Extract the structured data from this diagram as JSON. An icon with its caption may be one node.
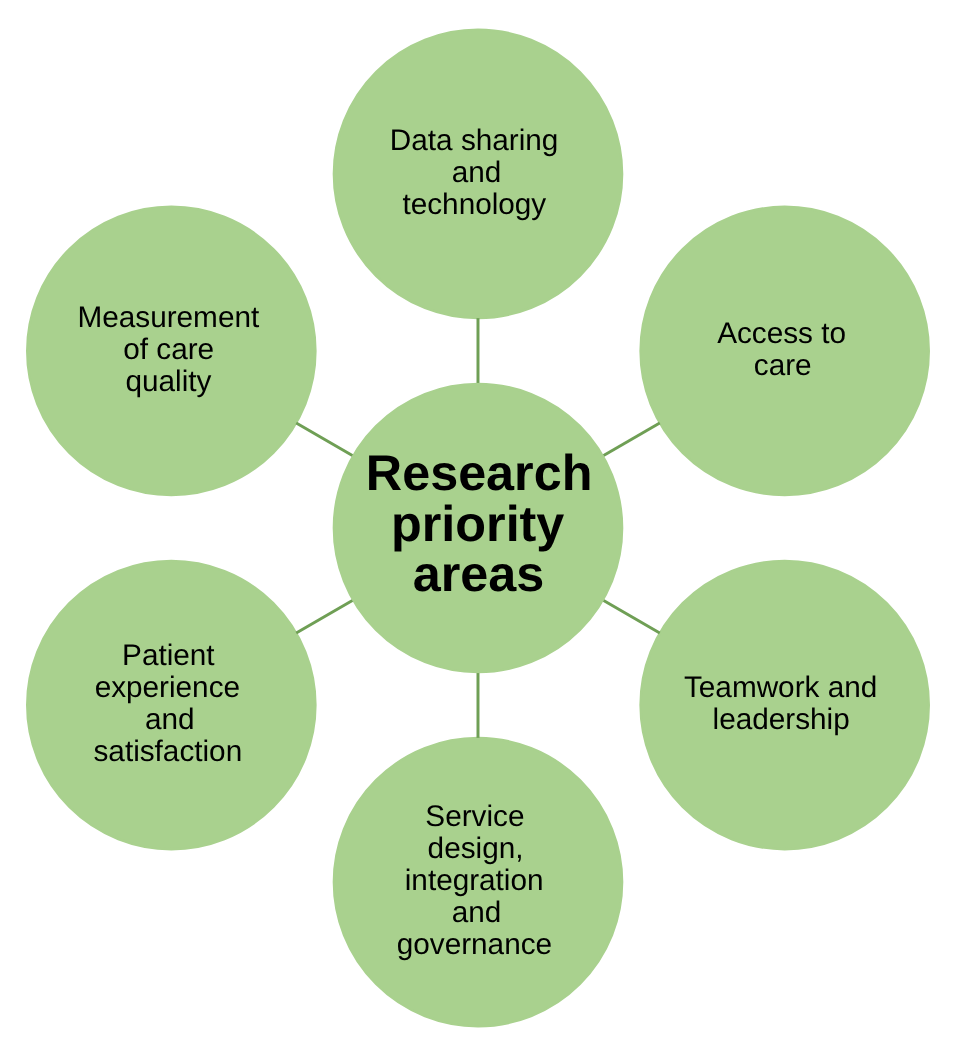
{
  "diagram": {
    "nodes": [
      {
        "text": [
          "Research priority areas"
        ]
      },
      {
        "text": [
          "Access to care"
        ]
      },
      {
        "text": [
          "Data sharing and technology"
        ]
      },
      {
        "text": [
          "Measurement of care quality"
        ]
      },
      {
        "text": [
          "Patient experience and satisfaction"
        ]
      },
      {
        "text": [
          "Service design, integration and governance"
        ]
      },
      {
        "text": [
          "Teamwork and leadership"
        ]
      }
    ],
    "edges": [
      {
        "from": 0,
        "to": 1,
        "arrow": "none"
      },
      {
        "from": 0,
        "to": 2,
        "arrow": "none"
      },
      {
        "from": 0,
        "to": 3,
        "arrow": "none"
      },
      {
        "from": 0,
        "to": 4,
        "arrow": "none"
      },
      {
        "from": 0,
        "to": 5,
        "arrow": "none"
      },
      {
        "from": 0,
        "to": 6,
        "arrow": "none"
      }
    ]
  }
}
